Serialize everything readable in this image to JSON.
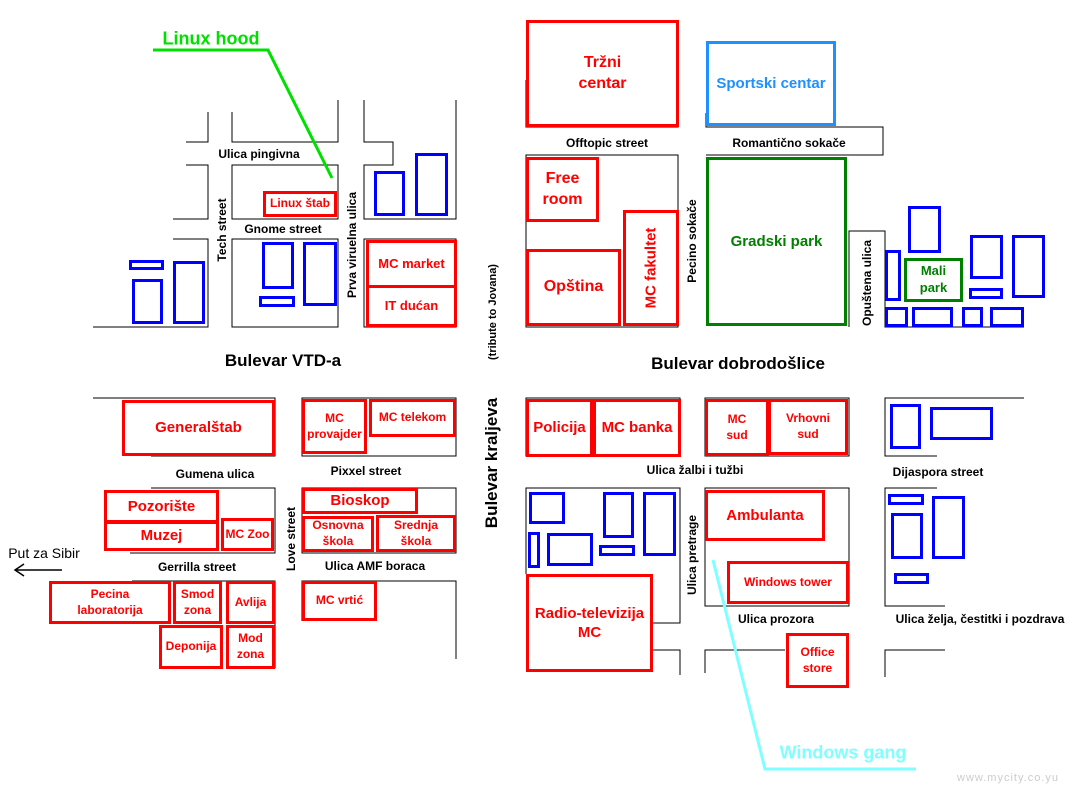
{
  "colors": {
    "civic": "#FF0000",
    "residential": "#0000FF",
    "park": "#008000",
    "sport": "#1E90FF",
    "linux_hood": "#00E000",
    "windows_gang": "#7FFFFF"
  },
  "annotations": {
    "linux_hood": "Linux hood",
    "windows_gang": "Windows gang",
    "put_za_sibir": "Put za Sibir",
    "watermark": "www.mycity.co.yu"
  },
  "streets": {
    "bulevar_vtd": "Bulevar VTD-a",
    "bulevar_kraljeva": "Bulevar kraljeva",
    "bulevar_kraljeva_note": "(tribute to Jovana)",
    "bulevar_dobrodoslice": "Bulevar dobrodošlice",
    "ulica_pingivna": "Ulica pingivna",
    "tech_street": "Tech street",
    "gnome_street": "Gnome street",
    "prva_viruelna": "Prva viruelna ulica",
    "offtopic": "Offtopic street",
    "romanticno": "Romantično sokače",
    "pecino": "Pecino sokače",
    "opustena": "Opuštena ulica",
    "gumena": "Gumena ulica",
    "pixxel": "Pixxel street",
    "love": "Love street",
    "amf": "Ulica AMF boraca",
    "gerrilla": "Gerrilla street",
    "zalbi": "Ulica žalbi i tužbi",
    "dijaspora": "Dijaspora street",
    "pretrage": "Ulica pretrage",
    "prozora": "Ulica prozora",
    "zelja": "Ulica želja, čestitki i pozdrava"
  },
  "buildings": {
    "trzni_centar": "Tržni\ncentar",
    "sportski_centar": "Sportski centar",
    "free_room": "Free\nroom",
    "mc_fakultet": "MC fakultet",
    "opstina": "Opština",
    "gradski_park": "Gradski park",
    "mali_park": "Mali\npark",
    "linux_stab": "Linux štab",
    "mc_market": "MC market",
    "it_ducan": "IT dućan",
    "generalstab": "Generalštab",
    "mc_provajder": "MC\nprovajder",
    "mc_telekom": "MC telekom",
    "pozoriste": "Pozorište",
    "muzej": "Muzej",
    "mc_zoo": "MC Zoo",
    "bioskop": "Bioskop",
    "osnovna_skola": "Osnovna\nškola",
    "srednja_skola": "Srednja\nškola",
    "pecina_lab": "Pecina\nlaboratorija",
    "smod_zona": "Smod\nzona",
    "avlija": "Avlija",
    "deponija": "Deponija",
    "mod_zona": "Mod\nzona",
    "mc_vrtic": "MC vrtić",
    "policija": "Policija",
    "mc_banka": "MC banka",
    "mc_sud": "MC\nsud",
    "vrhovni_sud": "Vrhovni\nsud",
    "ambulanta": "Ambulanta",
    "windows_tower": "Windows tower",
    "radio_televizija": "Radio-televizija\nMC",
    "office_store": "Office\nstore"
  }
}
